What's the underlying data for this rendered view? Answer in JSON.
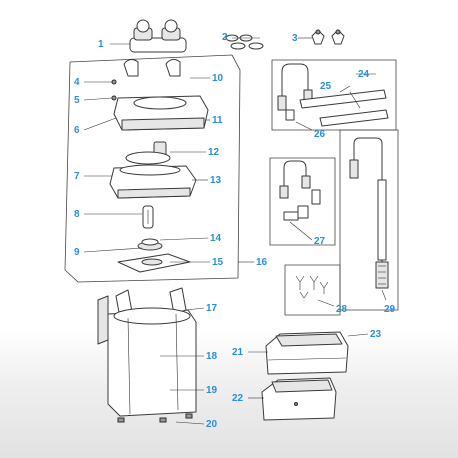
{
  "labels": [
    {
      "key": "1",
      "text": "1"
    },
    {
      "key": "2",
      "text": "2"
    },
    {
      "key": "3",
      "text": "3"
    },
    {
      "key": "4",
      "text": "4"
    },
    {
      "key": "5",
      "text": "5"
    },
    {
      "key": "6",
      "text": "6"
    },
    {
      "key": "7",
      "text": "7"
    },
    {
      "key": "8",
      "text": "8"
    },
    {
      "key": "9",
      "text": "9"
    },
    {
      "key": "10",
      "text": "10"
    },
    {
      "key": "11",
      "text": "11"
    },
    {
      "key": "12",
      "text": "12"
    },
    {
      "key": "13",
      "text": "13"
    },
    {
      "key": "14",
      "text": "14"
    },
    {
      "key": "15",
      "text": "15"
    },
    {
      "key": "16",
      "text": "16"
    },
    {
      "key": "17",
      "text": "17"
    },
    {
      "key": "18",
      "text": "18"
    },
    {
      "key": "19",
      "text": "19"
    },
    {
      "key": "20",
      "text": "20"
    },
    {
      "key": "21",
      "text": "21"
    },
    {
      "key": "22",
      "text": "22"
    },
    {
      "key": "23",
      "text": "23"
    },
    {
      "key": "24",
      "text": "24"
    },
    {
      "key": "25",
      "text": "25"
    },
    {
      "key": "26",
      "text": "26"
    },
    {
      "key": "27",
      "text": "27"
    },
    {
      "key": "28",
      "text": "28"
    },
    {
      "key": "29",
      "text": "29"
    }
  ],
  "colors": {
    "label": "#2b8fd6",
    "line": "#333333",
    "background": "#ffffff",
    "floor_gradient": "#e2e2e2"
  }
}
